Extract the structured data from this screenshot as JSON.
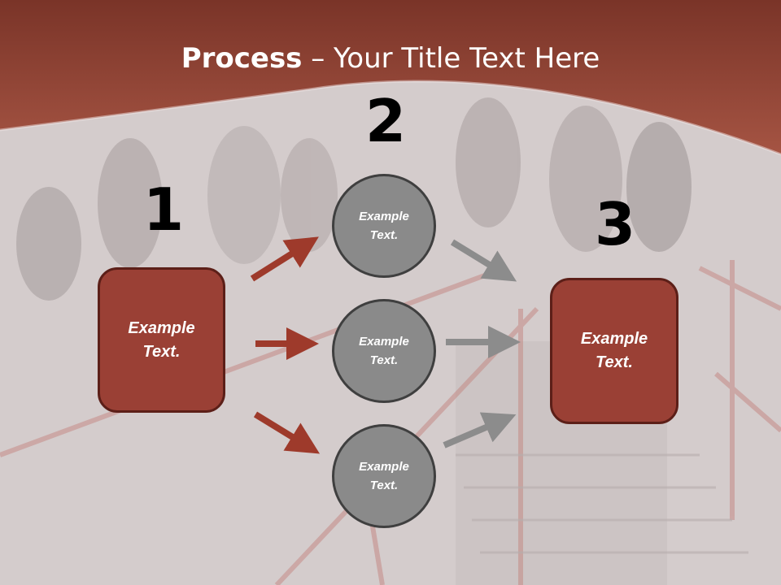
{
  "slide": {
    "title_bold": "Process",
    "title_rest": " – Your Title Text Here"
  },
  "steps": {
    "one": "1",
    "two": "2",
    "three": "3"
  },
  "boxes": {
    "left": {
      "line1": "Example",
      "line2": "Text."
    },
    "right": {
      "line1": "Example",
      "line2": "Text."
    }
  },
  "circles": [
    {
      "line1": "Example",
      "line2": "Text."
    },
    {
      "line1": "Example",
      "line2": "Text."
    },
    {
      "line1": "Example",
      "line2": "Text."
    }
  ],
  "colors": {
    "header": "#8f3e2f",
    "box_fill": "#9a4035",
    "circle_fill": "#8a8a8a",
    "red_arrow": "#9e3a2b",
    "gray_arrow": "#8c8c8c"
  }
}
